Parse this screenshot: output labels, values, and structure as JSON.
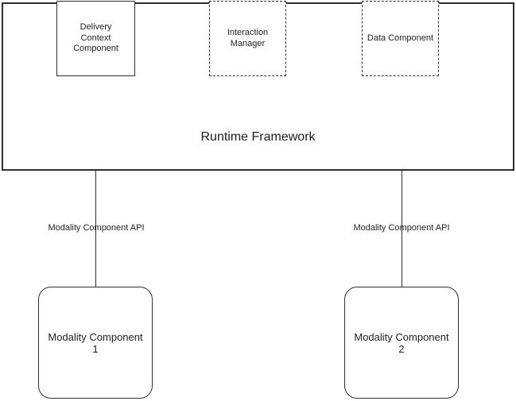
{
  "diagram": {
    "background_color": "#ffffff",
    "line_color": "#2f2f2f",
    "text_color": "#1f1f1f",
    "runtime_framework": {
      "title": "Runtime Framework"
    },
    "top_components": [
      {
        "id": "delivery-context-component",
        "border_style": "solid",
        "lines": [
          "Delivery",
          "Context",
          "Component"
        ]
      },
      {
        "id": "interaction-manager",
        "border_style": "dashed",
        "lines": [
          "Interaction",
          "Manager"
        ]
      },
      {
        "id": "data-component",
        "border_style": "dashed",
        "lines": [
          "Data Component"
        ]
      }
    ],
    "connectors": [
      {
        "label": "Modality Component API"
      },
      {
        "label": "Modality Component API"
      }
    ],
    "modality_components": [
      {
        "lines": [
          "Modality Component",
          "1"
        ]
      },
      {
        "lines": [
          "Modality Component",
          "2"
        ]
      }
    ]
  }
}
